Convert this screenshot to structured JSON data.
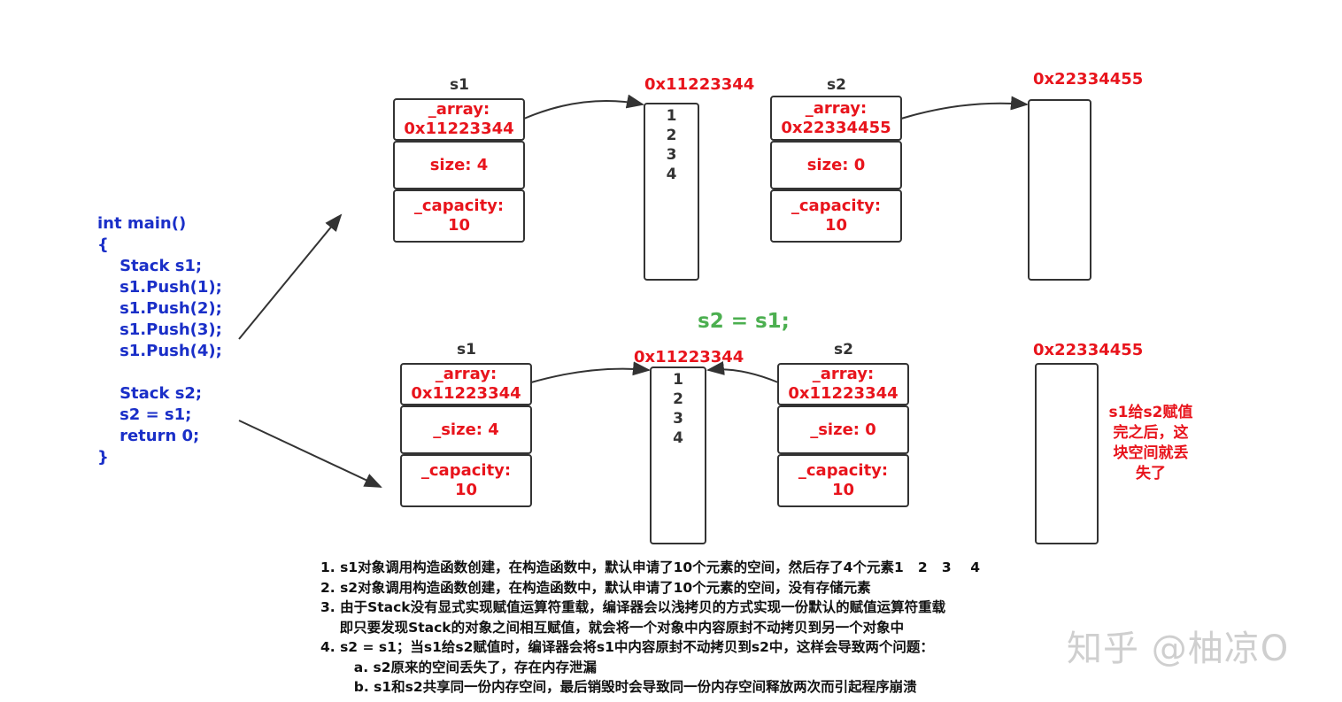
{
  "code": {
    "lines": [
      "int main()",
      "{",
      "    Stack s1;",
      "    s1.Push(1);",
      "    s1.Push(2);",
      "    s1.Push(3);",
      "    s1.Push(4);",
      "",
      "    Stack s2;",
      "    s2 = s1;",
      "    return 0;",
      "}"
    ]
  },
  "top": {
    "s1_label": "s1",
    "s1_array": [
      "_array:",
      "0x11223344"
    ],
    "s1_size": "size: 4",
    "s1_capacity": [
      "_capacity:",
      "10"
    ],
    "s1_addr": "0x11223344",
    "s1_values": [
      "1",
      "2",
      "3",
      "4"
    ],
    "s2_label": "s2",
    "s2_array": [
      "_array:",
      "0x22334455"
    ],
    "s2_size": "size: 0",
    "s2_capacity": [
      "_capacity:",
      "10"
    ],
    "s2_addr": "0x22334455"
  },
  "assign_text": "s2 = s1;",
  "bottom": {
    "s1_label": "s1",
    "s1_array": [
      "_array:",
      "0x11223344"
    ],
    "s1_size": "_size: 4",
    "s1_capacity": [
      "_capacity:",
      "10"
    ],
    "mem_addr": "0x11223344",
    "mem_values": [
      "1",
      "2",
      "3",
      "4"
    ],
    "s2_label": "s2",
    "s2_array": [
      "_array:",
      "0x11223344"
    ],
    "s2_size": "_size: 0",
    "s2_capacity": [
      "_capacity:",
      "10"
    ],
    "lost_addr": "0x22334455",
    "lost_note": "s1给s2赋值完之后，这块空间就丢失了"
  },
  "notes": [
    "1. s1对象调用构造函数创建，在构造函数中，默认申请了10个元素的空间，然后存了4个元素1   2   3    4",
    "2. s2对象调用构造函数创建，在构造函数中，默认申请了10个元素的空间，没有存储元素",
    "3. 由于Stack没有显式实现赋值运算符重载，编译器会以浅拷贝的方式实现一份默认的赋值运算符重载",
    "    即只要发现Stack的对象之间相互赋值，就会将一个对象中内容原封不动拷贝到另一个对象中",
    "4. s2 = s1；当s1给s2赋值时，编译器会将s1中内容原封不动拷贝到s2中，这样会导致两个问题：",
    "       a. s2原来的空间丢失了，存在内存泄漏",
    "       b. s1和s2共享同一份内存空间，最后销毁时会导致同一份内存空间释放两次而引起程序崩溃"
  ],
  "watermark": "知乎 @柚凉O",
  "colors": {
    "red": "#e8141c",
    "blue": "#1a2fc8",
    "green": "#4caf50",
    "stroke": "#333333"
  }
}
